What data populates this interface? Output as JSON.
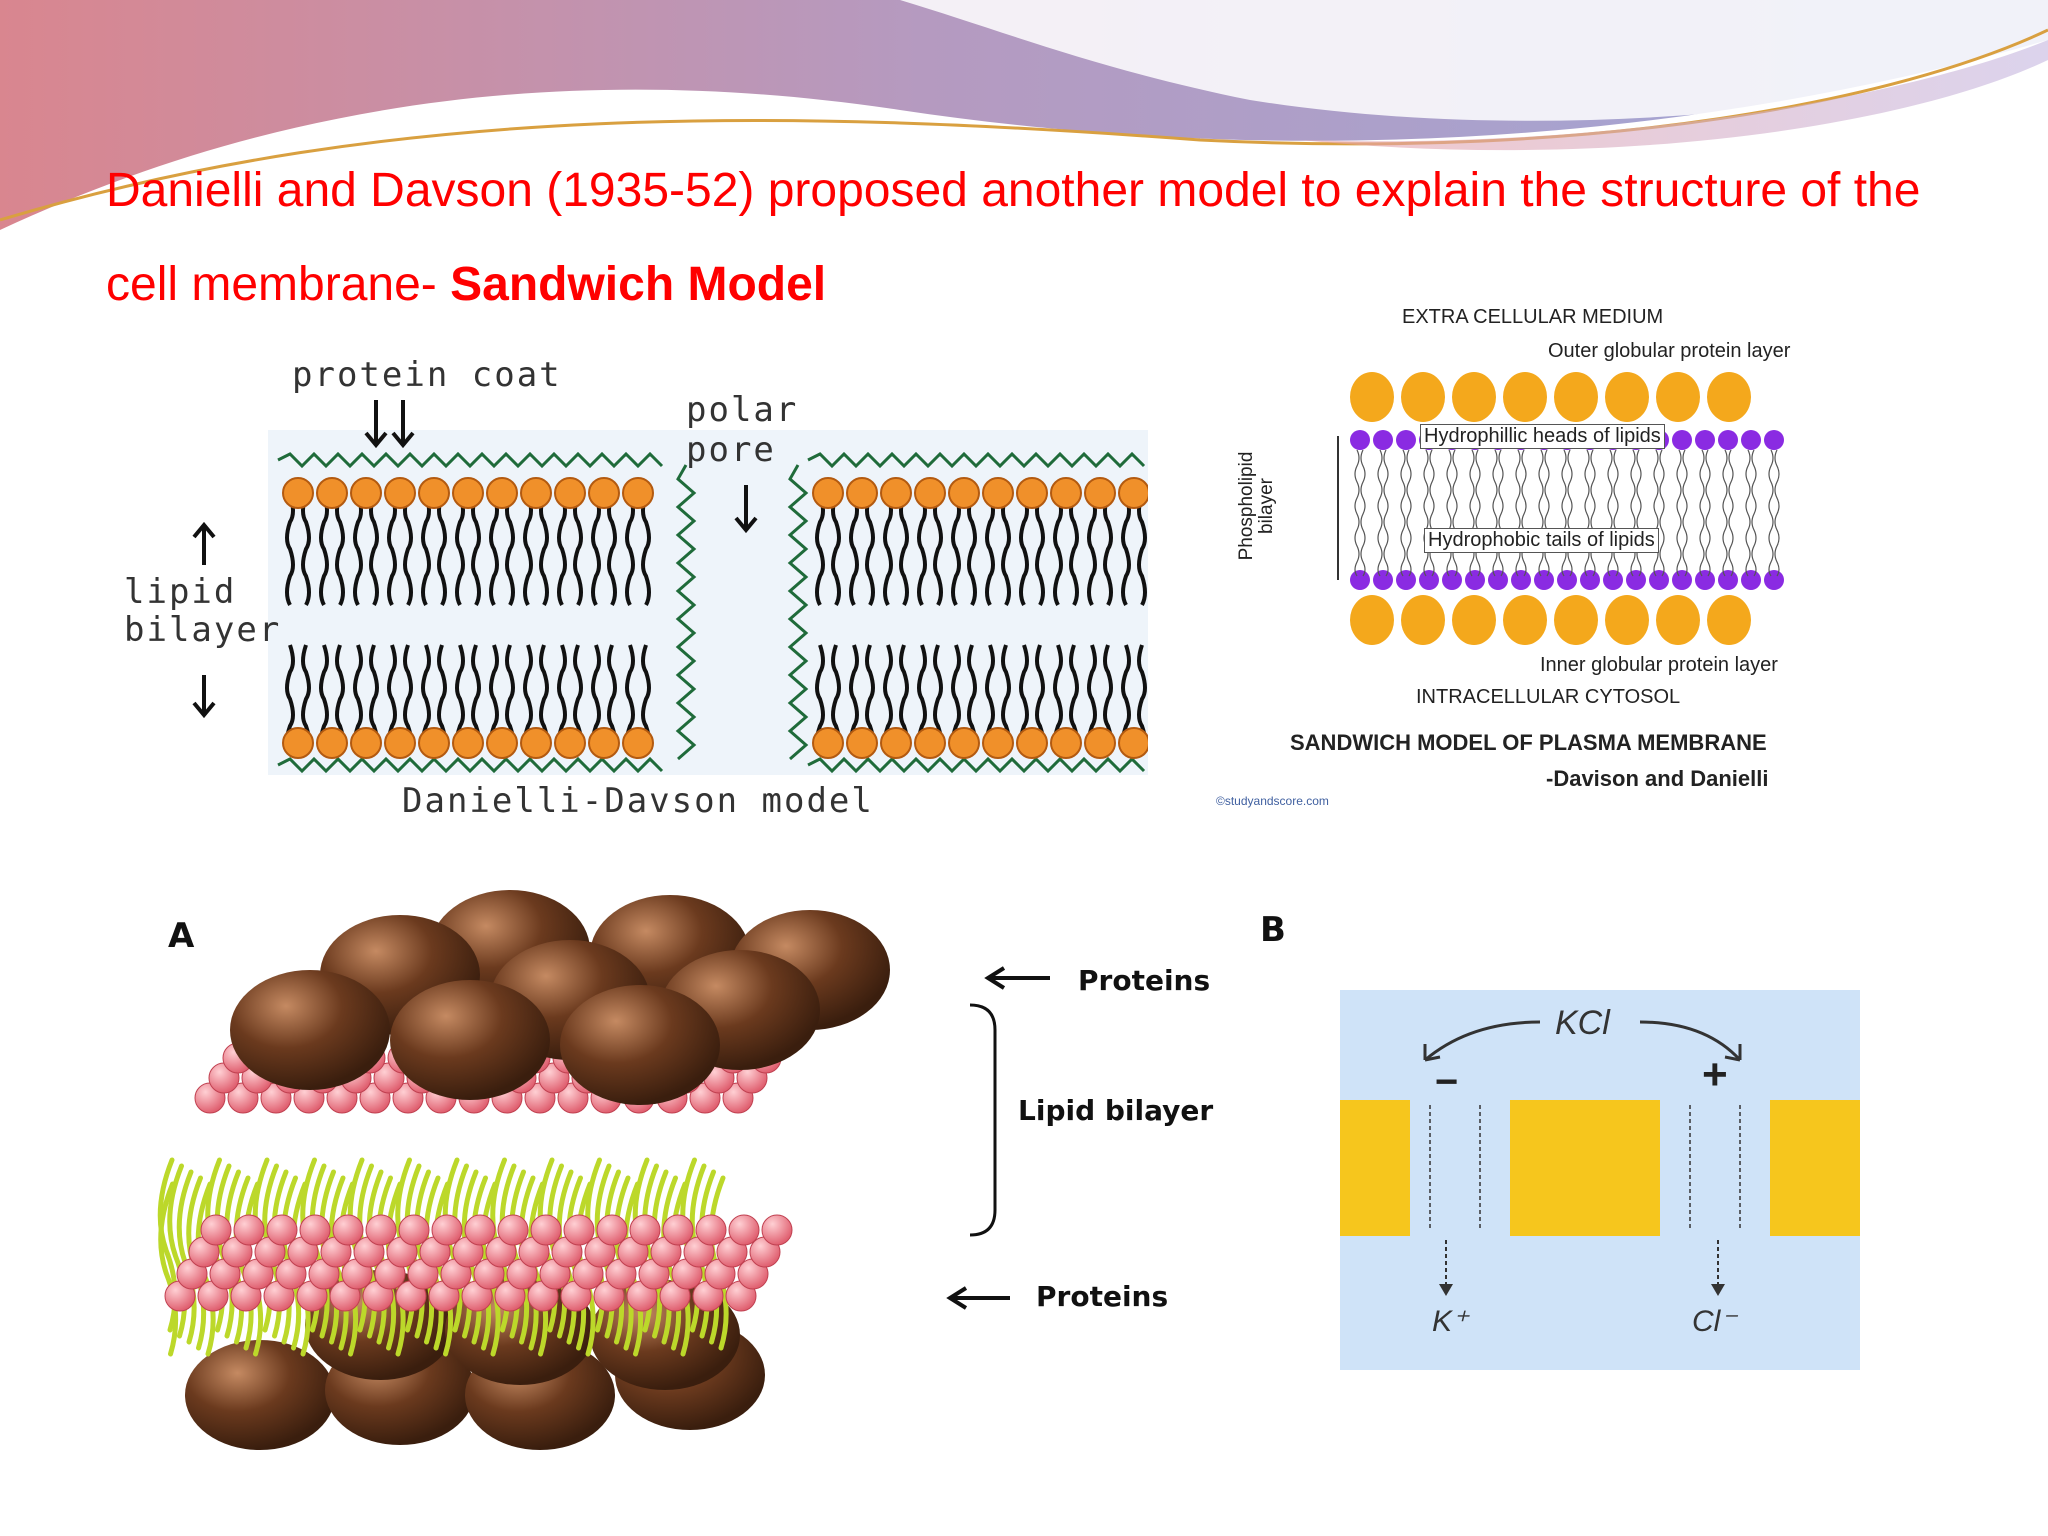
{
  "slide": {
    "title_part1": "Danielli and Davson (1935-52) proposed another model to explain the structure of the cell  membrane- ",
    "title_bold": "Sandwich Model"
  },
  "fig1": {
    "protein_coat": "protein coat",
    "polar_pore": "polar pore",
    "lipid_bilayer": "lipid bilayer",
    "caption": "Danielli-Davson model",
    "colors": {
      "head": "#f0902a",
      "coat": "#1f6b3a",
      "tail": "#111111"
    }
  },
  "fig2": {
    "extra": "EXTRA CELLULAR MEDIUM",
    "outer": "Outer globular protein layer",
    "heads": "Hydrophillic heads of lipids",
    "tails": "Hydrophobic tails of lipids",
    "phospholipid": "Phospholipid bilayer",
    "inner": "Inner globular protein layer",
    "intra": "INTRACELLULAR CYTOSOL",
    "title": "SANDWICH MODEL OF PLASMA MEMBRANE",
    "author": "-Davison and Danielli",
    "credit": "©studyandscore.com",
    "colors": {
      "protein": "#f4a81c",
      "head": "#8a2be2"
    }
  },
  "fig3": {
    "label": "A",
    "proteins_top": "Proteins",
    "lipid_bilayer": "Lipid bilayer",
    "proteins_bottom": "Proteins",
    "colors": {
      "protein": "#6b3a1e",
      "head": "#e06070",
      "tail": "#bcd82a"
    }
  },
  "fig4": {
    "label": "B",
    "kcl": "KCl",
    "minus": "−",
    "plus": "+",
    "k": "K⁺",
    "cl": "Cl⁻",
    "colors": {
      "bg": "#cfe3f8",
      "block": "#f6c61d"
    }
  }
}
